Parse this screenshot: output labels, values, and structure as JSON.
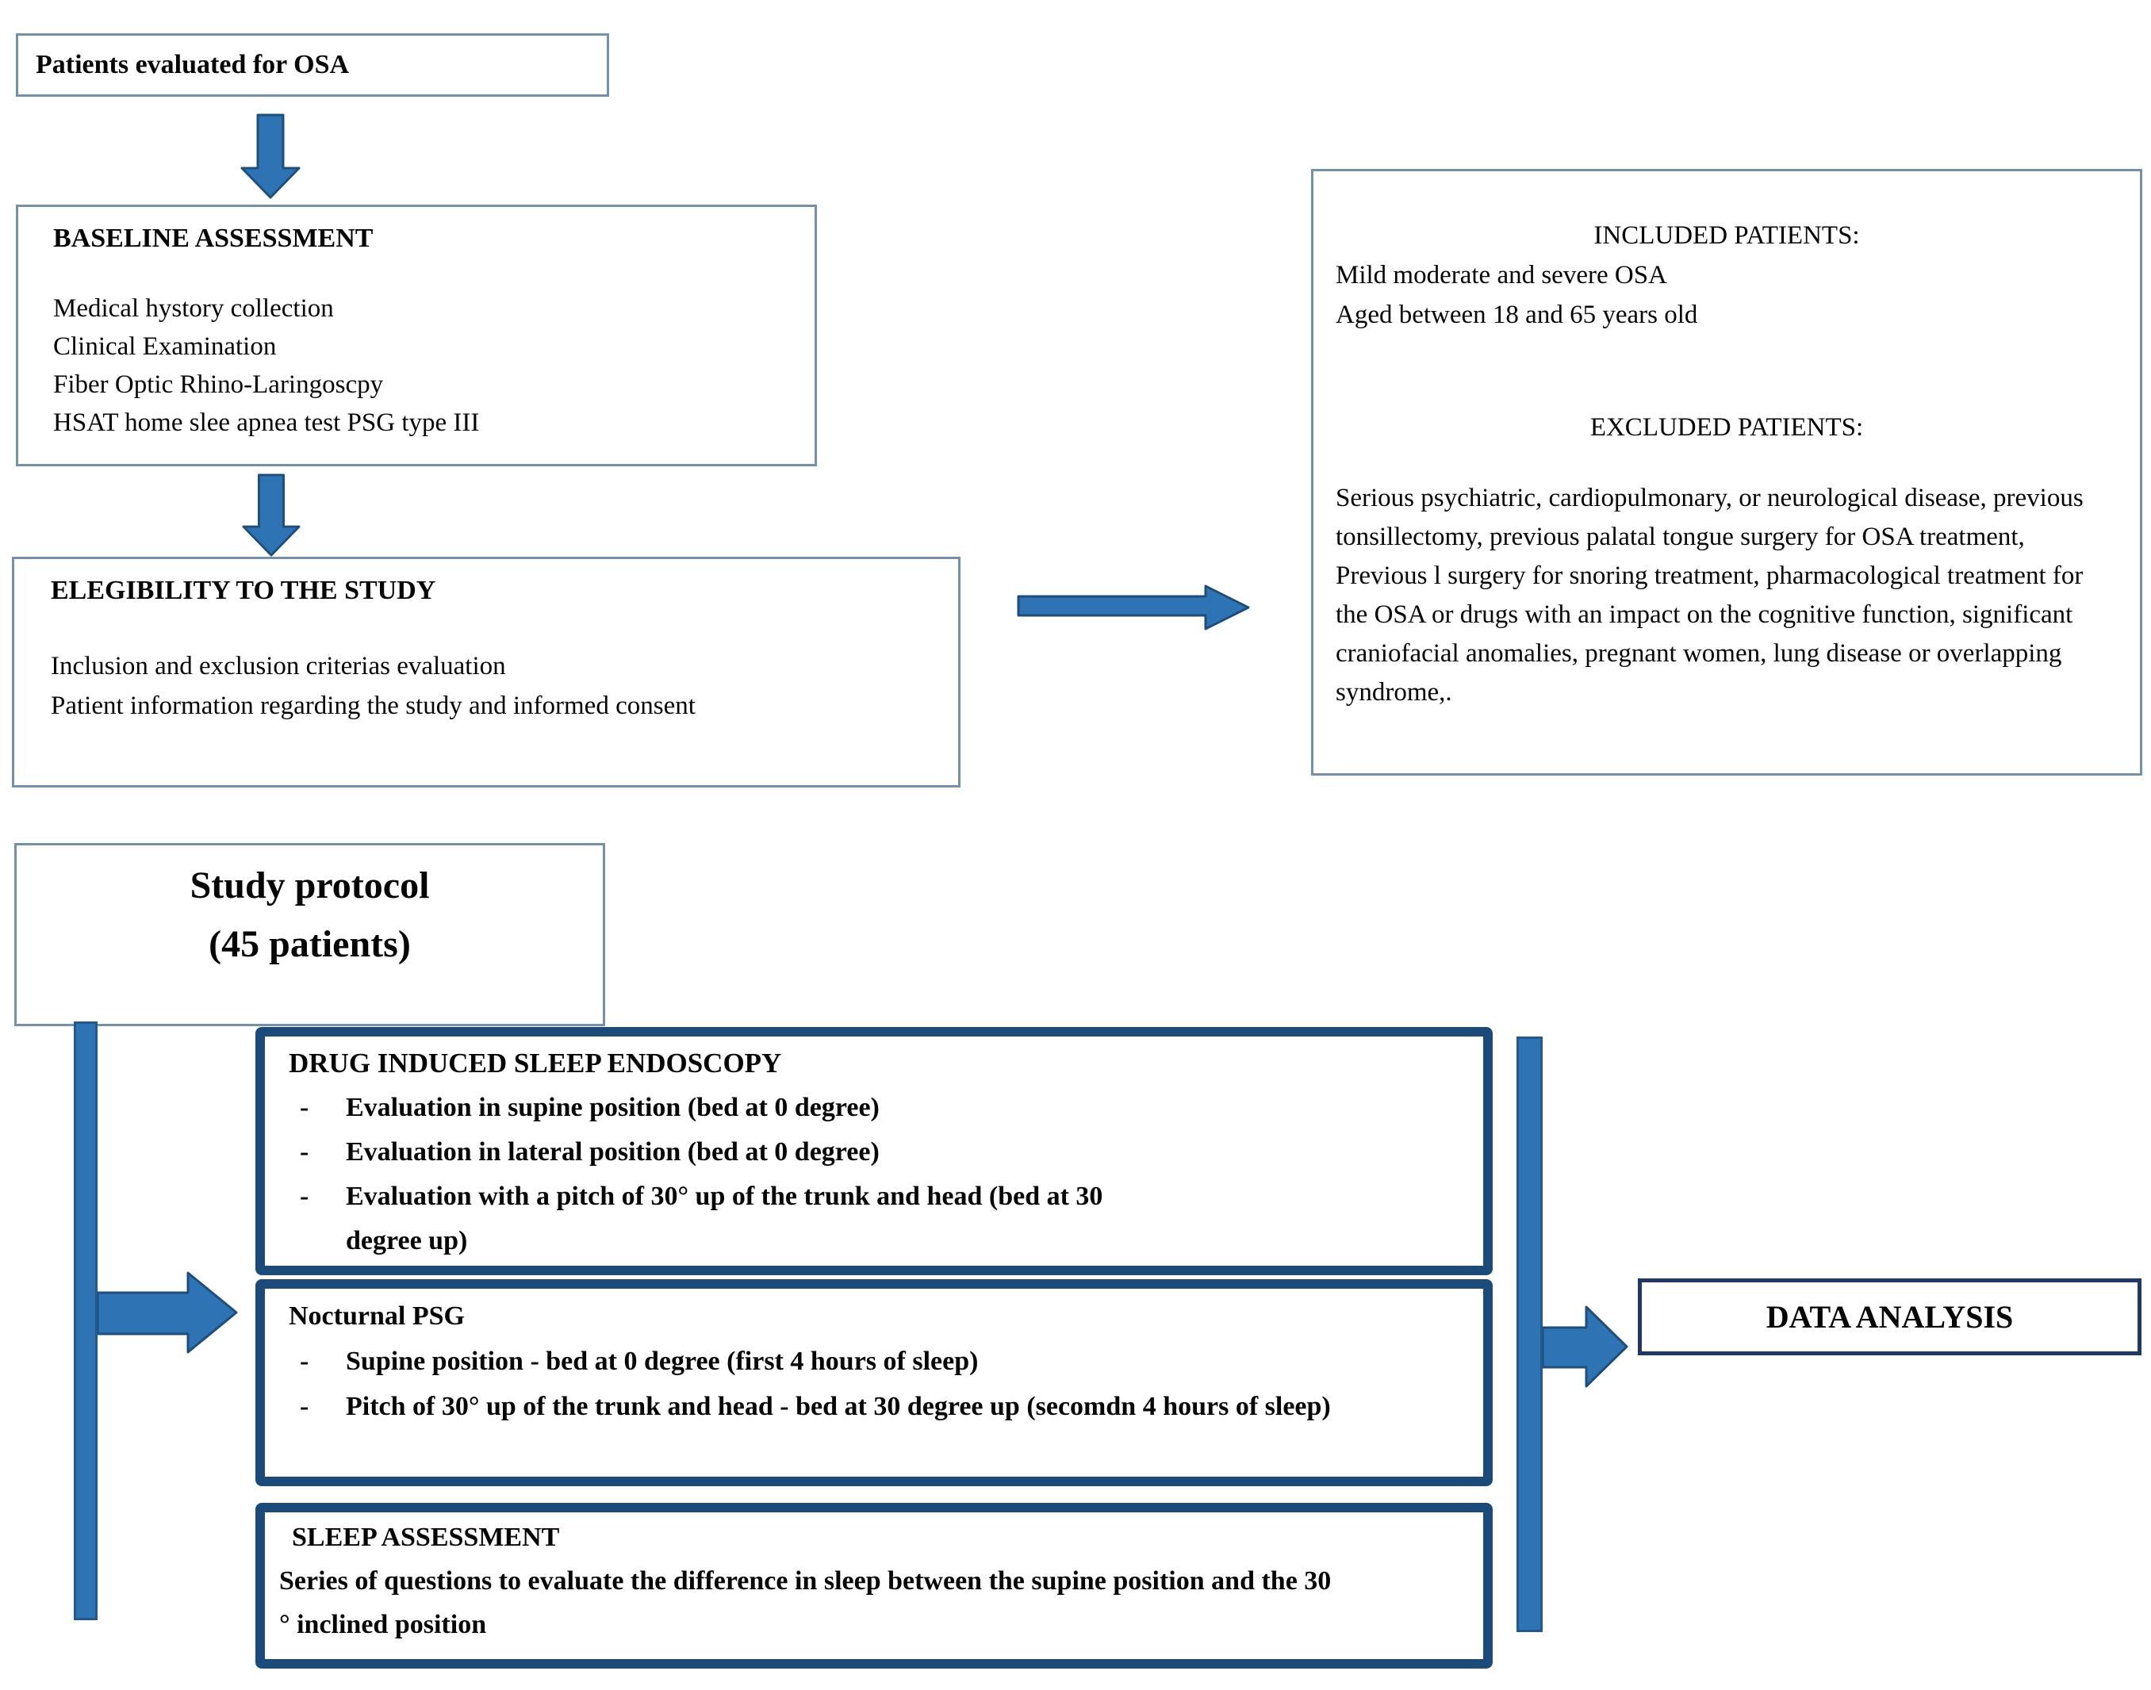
{
  "ui": {
    "bullet": "-"
  },
  "colors": {
    "arrow_fill": "#2e74b5",
    "arrow_outline": "#1f4e79",
    "thin_box_border": "#7590ab",
    "thick_box_border": "#1c4b7a",
    "analysis_box_border": "#1f3864"
  },
  "boxes": {
    "patients": {
      "title": "Patients evaluated for OSA"
    },
    "baseline": {
      "title": "BASELINE ASSESSMENT",
      "items": [
        "Medical hystory collection",
        "Clinical Examination",
        "Fiber Optic Rhino-Laringoscpy",
        "HSAT home slee apnea test PSG type III"
      ]
    },
    "eligibility": {
      "title": "ELEGIBILITY TO THE STUDY",
      "items": [
        "Inclusion and exclusion criterias evaluation",
        "Patient information regarding the study  and informed consent"
      ]
    },
    "criteria": {
      "included_heading": "INCLUDED PATIENTS:",
      "included_items": [
        "Mild moderate and severe OSA",
        "Aged between 18 and 65 years old"
      ],
      "excluded_heading": "EXCLUDED PATIENTS:",
      "excluded_text": "Serious psychiatric, cardiopulmonary, or neurological disease, previous tonsillectomy, previous palatal tongue surgery for OSA treatment, Previous l surgery for snoring treatment, pharmacological treatment for the OSA or drugs with an impact on the cognitive function, significant craniofacial anomalies, pregnant women, lung disease or overlapping syndrome,."
    },
    "protocol": {
      "line1": "Study protocol",
      "line2": "(45 patients)"
    },
    "dise": {
      "title": "DRUG INDUCED SLEEP ENDOSCOPY",
      "items": [
        "Evaluation in supine position (bed at 0 degree)",
        "Evaluation in lateral position (bed at 0 degree)",
        "Evaluation with a pitch of 30° up of the trunk and head (bed at 30 degree up)"
      ]
    },
    "psg": {
      "title": "Nocturnal PSG",
      "items": [
        "Supine position - bed at 0 degree (first 4 hours of sleep)",
        "Pitch of 30° up of the trunk and head - bed at 30 degree up (secomdn 4 hours of sleep)"
      ]
    },
    "sleep": {
      "title": "SLEEP ASSESSMENT",
      "body": "Series of questions to evaluate the difference in sleep between the supine position and the 30 ° inclined position"
    },
    "analysis": {
      "title": "DATA ANALYSIS"
    }
  }
}
